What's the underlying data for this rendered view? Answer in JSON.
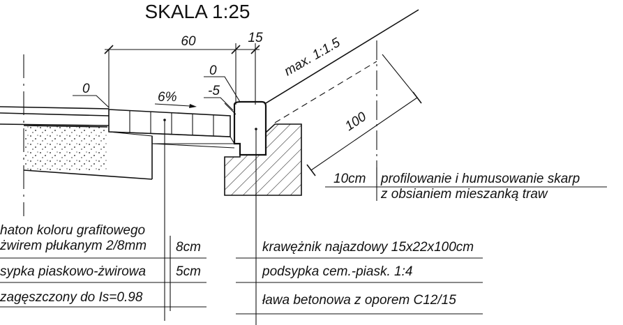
{
  "title": "SKALA 1:25",
  "dimensions": {
    "width_paving": "60",
    "width_curb": "15",
    "level_left": "0",
    "level_curb_top": "0",
    "level_curb_bottom": "-5",
    "slope_percent": "6%",
    "slope_embankment": "max. 1:1.5",
    "embankment_length": "100"
  },
  "right_note": {
    "thickness": "10cm",
    "line1": "profilowanie i humusowanie skarp",
    "line2": "z obsianiem mieszanką traw"
  },
  "left_table": [
    {
      "line1": "haton koloru grafitowego",
      "line2": "żwirem płukanym 2/8mm",
      "thickness": "8cm"
    },
    {
      "line1": "sypka piaskowo-żwirowa",
      "thickness": "5cm"
    },
    {
      "line1": "zagęszczony do Is=0.98",
      "thickness": ""
    }
  ],
  "right_table": [
    "krawężnik najazdowy 15x22x100cm",
    "podsypka cem.-piask. 1:4",
    "ława betonowa z oporem C12/15"
  ],
  "colors": {
    "line": "#111111",
    "background": "#ffffff"
  }
}
